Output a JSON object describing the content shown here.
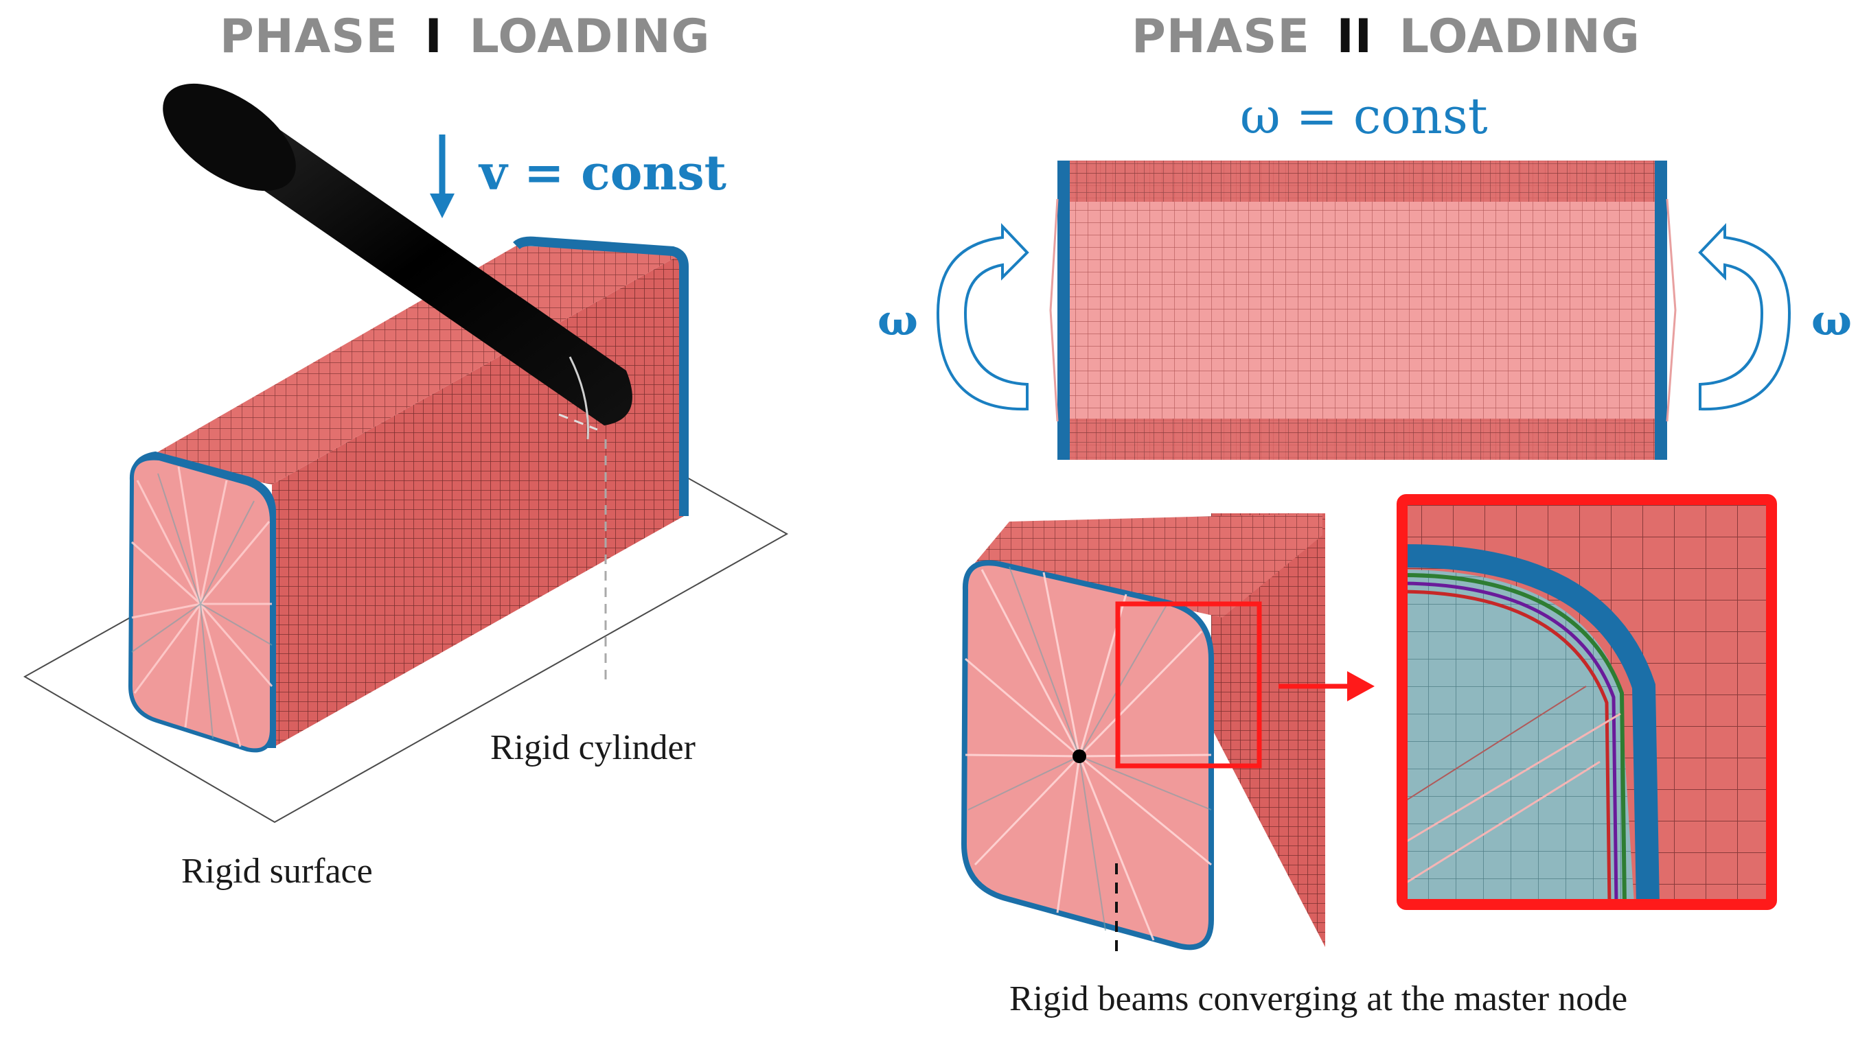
{
  "phase1": {
    "title_left": "PHASE",
    "title_roman": "I",
    "title_right": "LOADING",
    "velocity_label": "v = const",
    "cylinder_caption": "Rigid cylinder",
    "surface_caption": "Rigid surface"
  },
  "phase2": {
    "title_left": "PHASE",
    "title_roman": "II",
    "title_right": "LOADING",
    "omega_label": "ω = const",
    "omega_left": "ω",
    "omega_right": "ω",
    "beams_caption": "Rigid beams converging at the master node"
  },
  "colors": {
    "mesh_red": "#d9605f",
    "mesh_light": "#f2a6a6",
    "edge_blue": "#1b6fa8",
    "accent_blue": "#1a7fc1",
    "zoom_red": "#ff1a1a",
    "cylinder_black": "#000000",
    "title_gray": "#8c8c8c"
  }
}
